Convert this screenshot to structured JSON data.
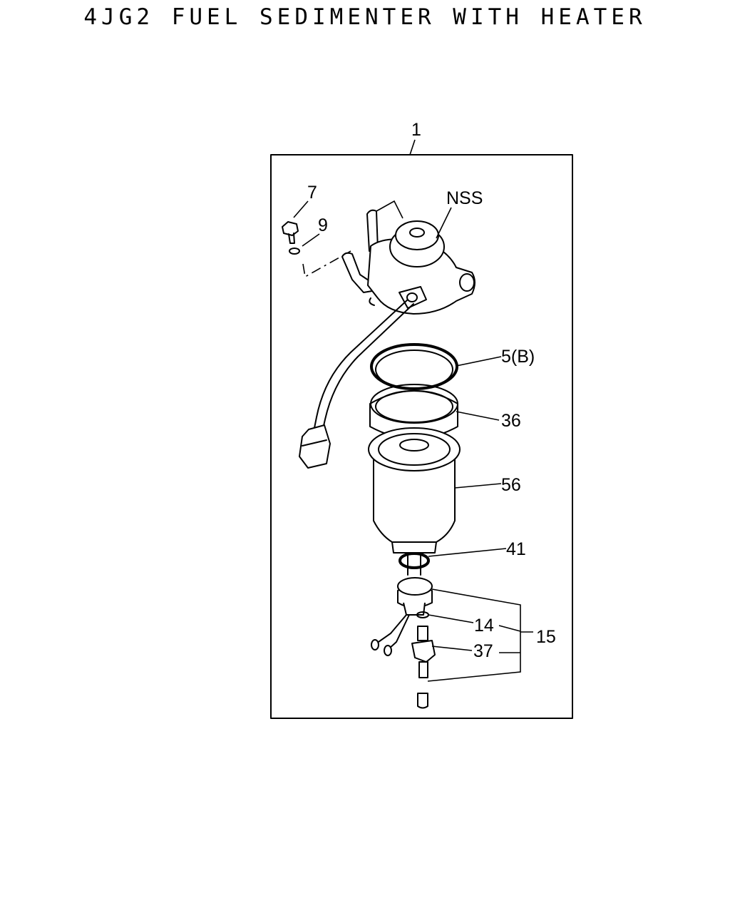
{
  "title": "4JG2 FUEL SEDIMENTER WITH HEATER",
  "callouts": {
    "assembly": "1",
    "bolt": "7",
    "washer": "9",
    "nss": "NSS",
    "o_ring": "5(B)",
    "ring_nut": "36",
    "element": "56",
    "seal_ring": "41",
    "small_o_ring": "14",
    "sensor_assembly": "15",
    "drain_plug": "37"
  }
}
